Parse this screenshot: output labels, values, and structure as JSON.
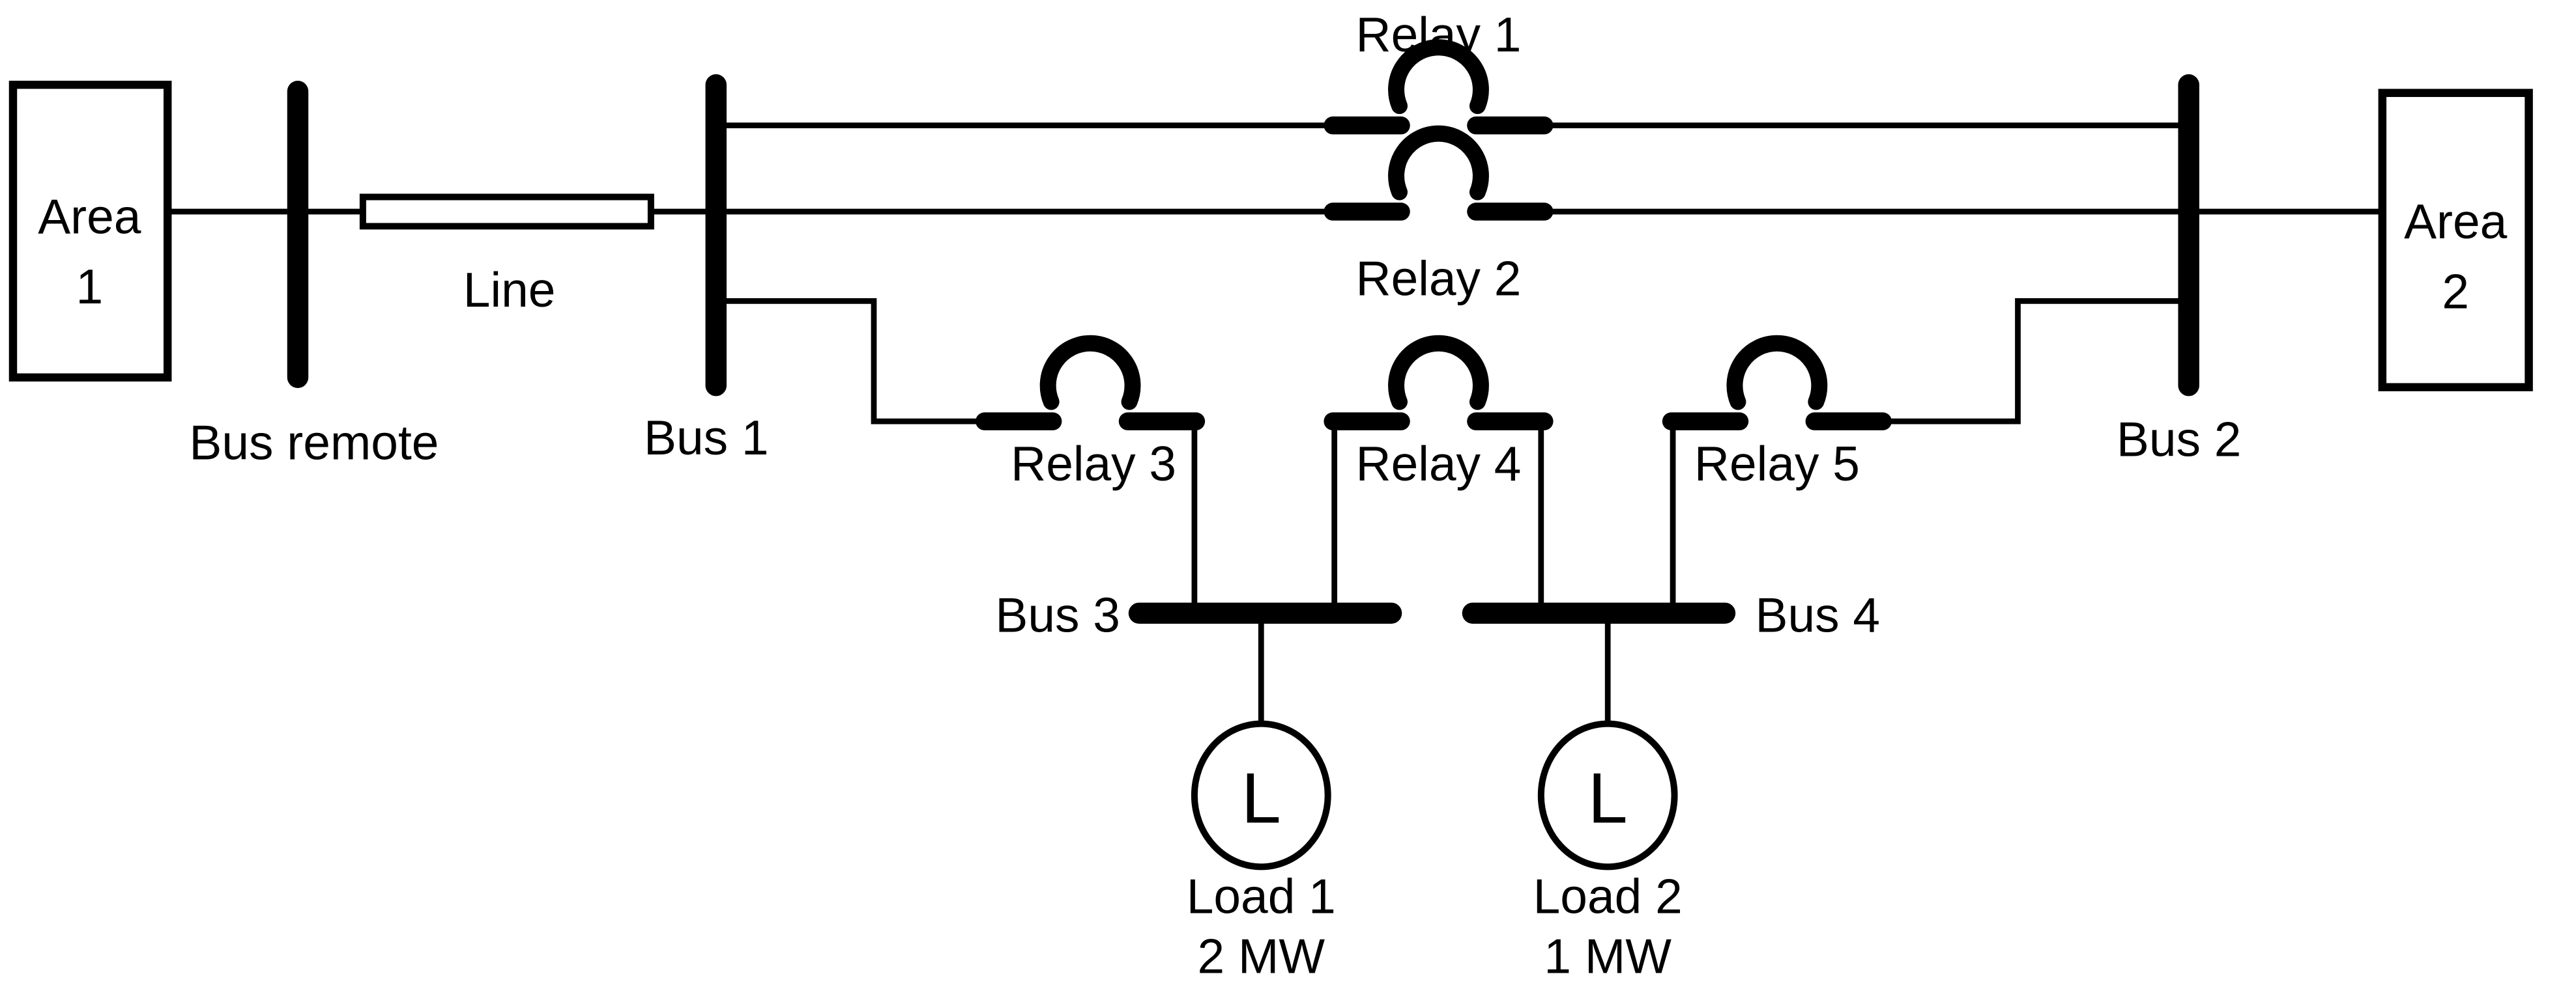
{
  "colors": {
    "ink": "#000000",
    "background": "#ffffff"
  },
  "areas": [
    {
      "line1": "Area",
      "line2": "1"
    },
    {
      "line1": "Area",
      "line2": "2"
    }
  ],
  "buses": [
    {
      "label": "Bus remote"
    },
    {
      "label": "Bus 1"
    },
    {
      "label": "Bus 2"
    },
    {
      "label": "Bus 3"
    },
    {
      "label": "Bus 4"
    }
  ],
  "transmission_line": {
    "label": "Line"
  },
  "relays": [
    {
      "label": "Relay 1"
    },
    {
      "label": "Relay 2"
    },
    {
      "label": "Relay 3"
    },
    {
      "label": "Relay 4"
    },
    {
      "label": "Relay 5"
    }
  ],
  "loads": [
    {
      "symbol": "L",
      "label": "Load 1",
      "power": "2 MW"
    },
    {
      "symbol": "L",
      "label": "Load 2",
      "power": "1 MW"
    }
  ]
}
